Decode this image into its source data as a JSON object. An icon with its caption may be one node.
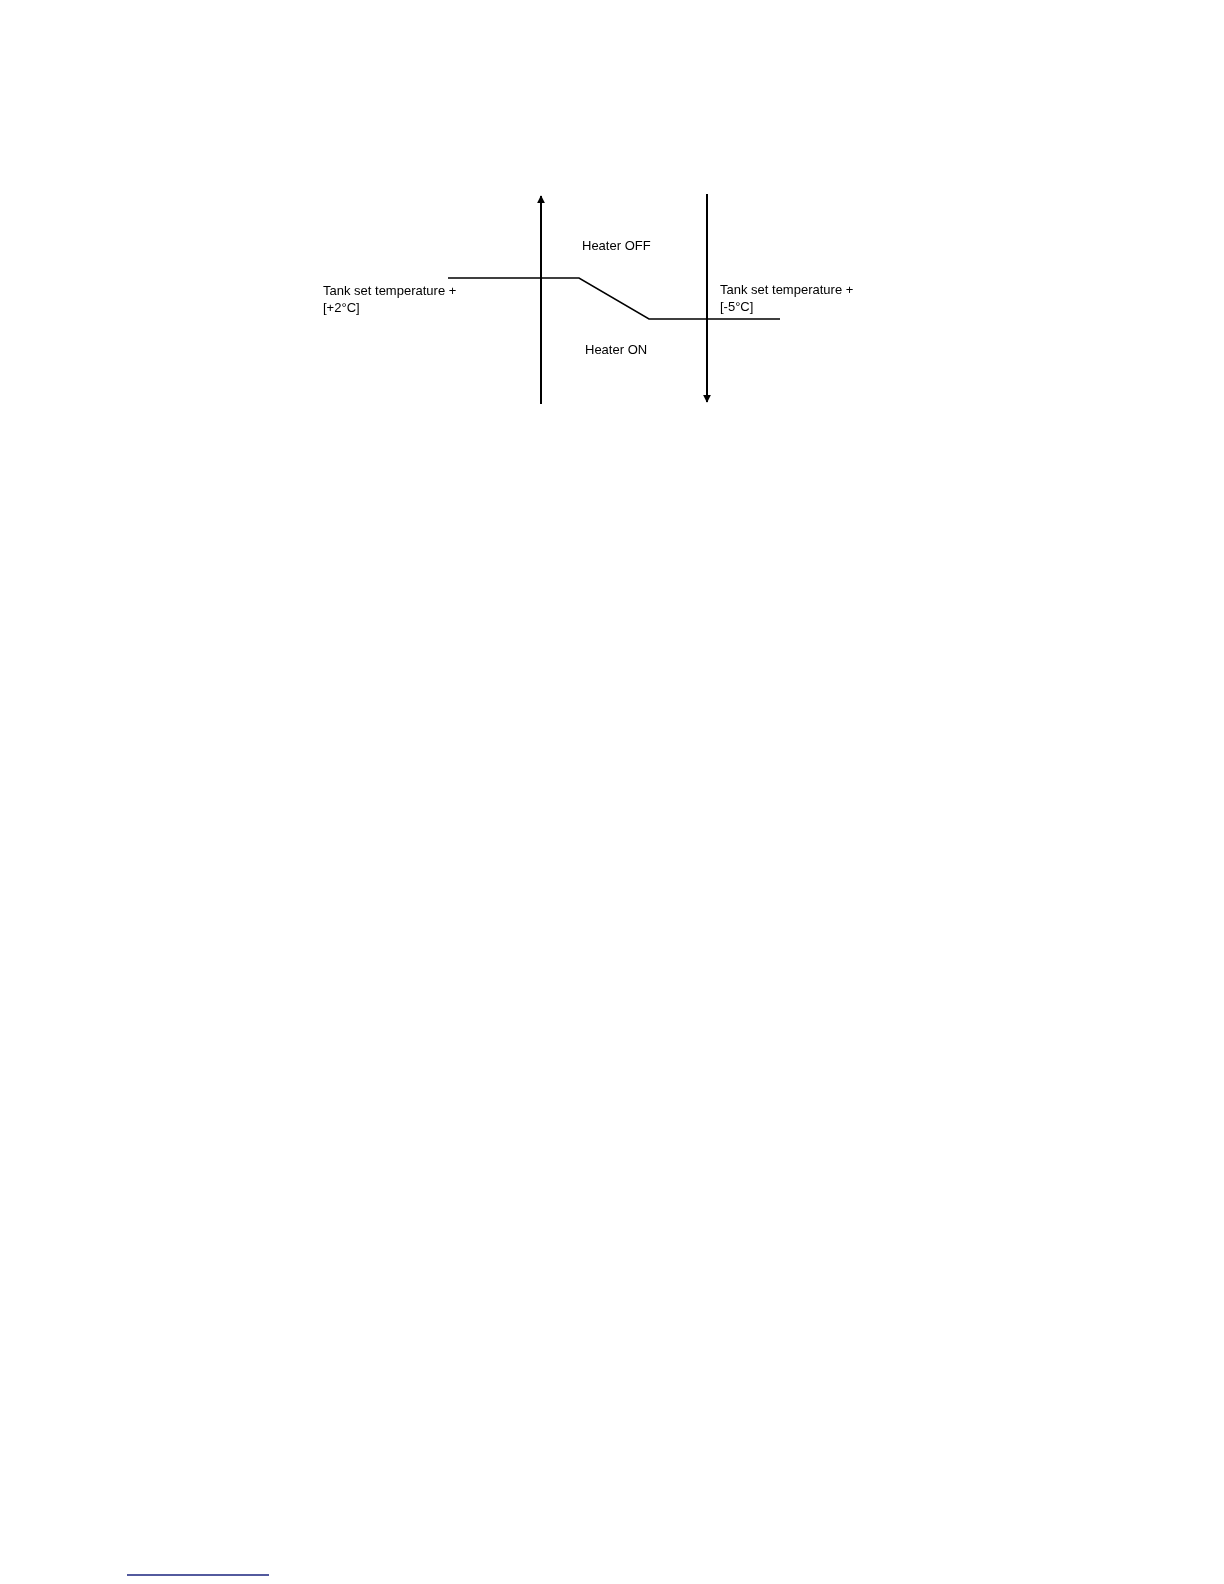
{
  "diagram": {
    "labels": [
      "Heater OFF",
      "Tank set temperature + [+2°C]",
      "Tank set temperature + [-5°C]",
      "Heater ON"
    ]
  }
}
